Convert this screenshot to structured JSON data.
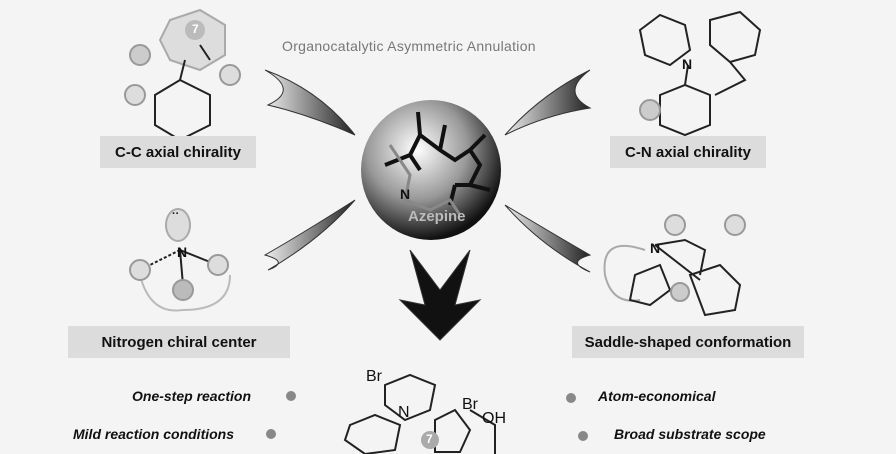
{
  "title": "Organocatalytic Asymmetric Annulation",
  "center": {
    "label": "Azepine",
    "atom": "N"
  },
  "labels": {
    "cc": "C-C axial chirality",
    "cn": "C-N axial chirality",
    "nitrogen": "Nitrogen chiral center",
    "saddle": "Saddle-shaped conformation"
  },
  "features": {
    "one_step": "One-step reaction",
    "mild": "Mild reaction conditions",
    "atom": "Atom-economical",
    "broad": "Broad substrate scope"
  },
  "ring_label": "7",
  "atoms": {
    "n": "N",
    "br": "Br",
    "oh": "OH",
    "dots": "··"
  }
}
